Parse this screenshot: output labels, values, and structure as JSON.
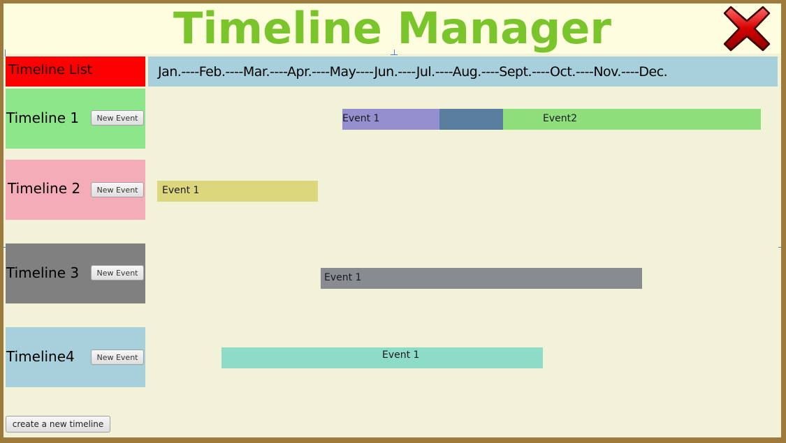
{
  "title": "Timeline Manager",
  "close_icon": "close-x-icon",
  "timeline_list_header": "Timeline List",
  "months_header": "Jan.----Feb.----Mar.----Apr.----May----Jun.----Jul.----Aug.----Sept.----Oct.----Nov.----Dec.",
  "timelines": [
    {
      "name": "Timeline 1",
      "button_label": "New Event",
      "color": "#8ee68a",
      "events": [
        {
          "label": "Event 1",
          "color": "#9490d0"
        },
        {
          "label": "",
          "color": "#5a7f9e"
        },
        {
          "label": "Event2",
          "color": "#8ede7c"
        }
      ]
    },
    {
      "name": "Timeline 2",
      "button_label": "New Event",
      "color": "#f4adb8",
      "events": [
        {
          "label": "Event 1",
          "color": "#dcd67c"
        }
      ]
    },
    {
      "name": "Timeline 3",
      "button_label": "New Event",
      "color": "#808080",
      "events": [
        {
          "label": "Event 1",
          "color": "#888c90"
        }
      ]
    },
    {
      "name": "Timeline4",
      "button_label": "New Event",
      "color": "#a7cfdc",
      "events": [
        {
          "label": "Event 1",
          "color": "#8ddcc8"
        }
      ]
    }
  ],
  "create_timeline_label": "create a new timeline",
  "colors": {
    "title": "#7ac52b",
    "list_header_bg": "#ff0000",
    "months_bg": "#a7cfdc",
    "canvas_bg": "#f2f2d9",
    "frame": "#9c7b3c"
  }
}
